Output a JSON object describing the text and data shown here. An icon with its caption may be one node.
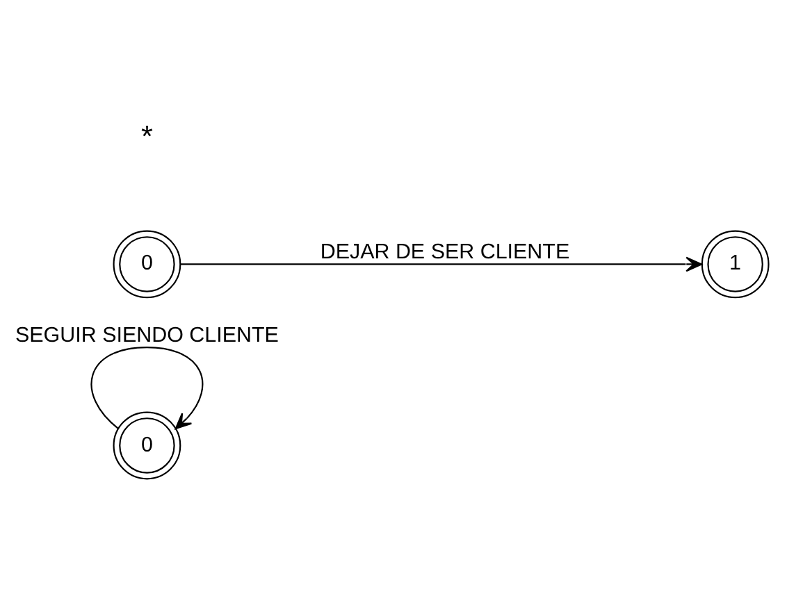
{
  "diagram": {
    "nodes": [
      {
        "text": [
          "0"
        ]
      },
      {
        "text": [
          "0"
        ]
      },
      {
        "text": [
          "1"
        ]
      }
    ],
    "edges": [
      {
        "from": 0,
        "to": 0,
        "arrow": "to",
        "label": "SEGUIR SIENDO CLIENTE"
      },
      {
        "from": 1,
        "to": 2,
        "arrow": "to",
        "label": "DEJAR DE SER CLIENTE"
      }
    ],
    "labels": [
      "*"
    ]
  }
}
